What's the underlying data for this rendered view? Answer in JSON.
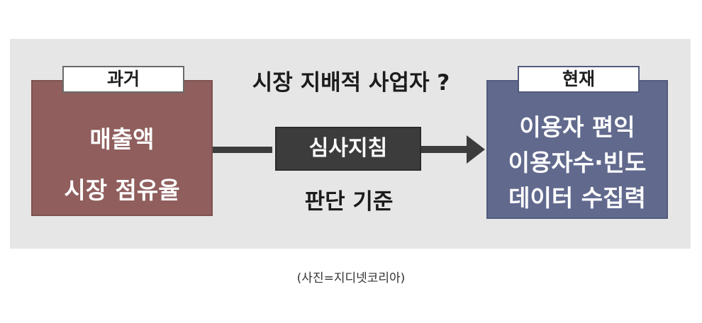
{
  "diagram": {
    "left_box": {
      "tag": "과거",
      "lines": [
        "매출액",
        "시장 점유율"
      ]
    },
    "question": "시장 지배적 사업자 ?",
    "center_box": "심사지침",
    "criteria": "판단 기준",
    "right_box": {
      "tag": "현재",
      "lines": [
        "이용자 편익",
        "이용자수·빈도",
        "데이터 수집력"
      ]
    },
    "colors": {
      "left_box": "#8f5e5d",
      "right_box": "#61698d",
      "center_box": "#3c3c3c",
      "panel": "#e6e6e6"
    }
  },
  "caption": "(사진=지디넷코리아)"
}
